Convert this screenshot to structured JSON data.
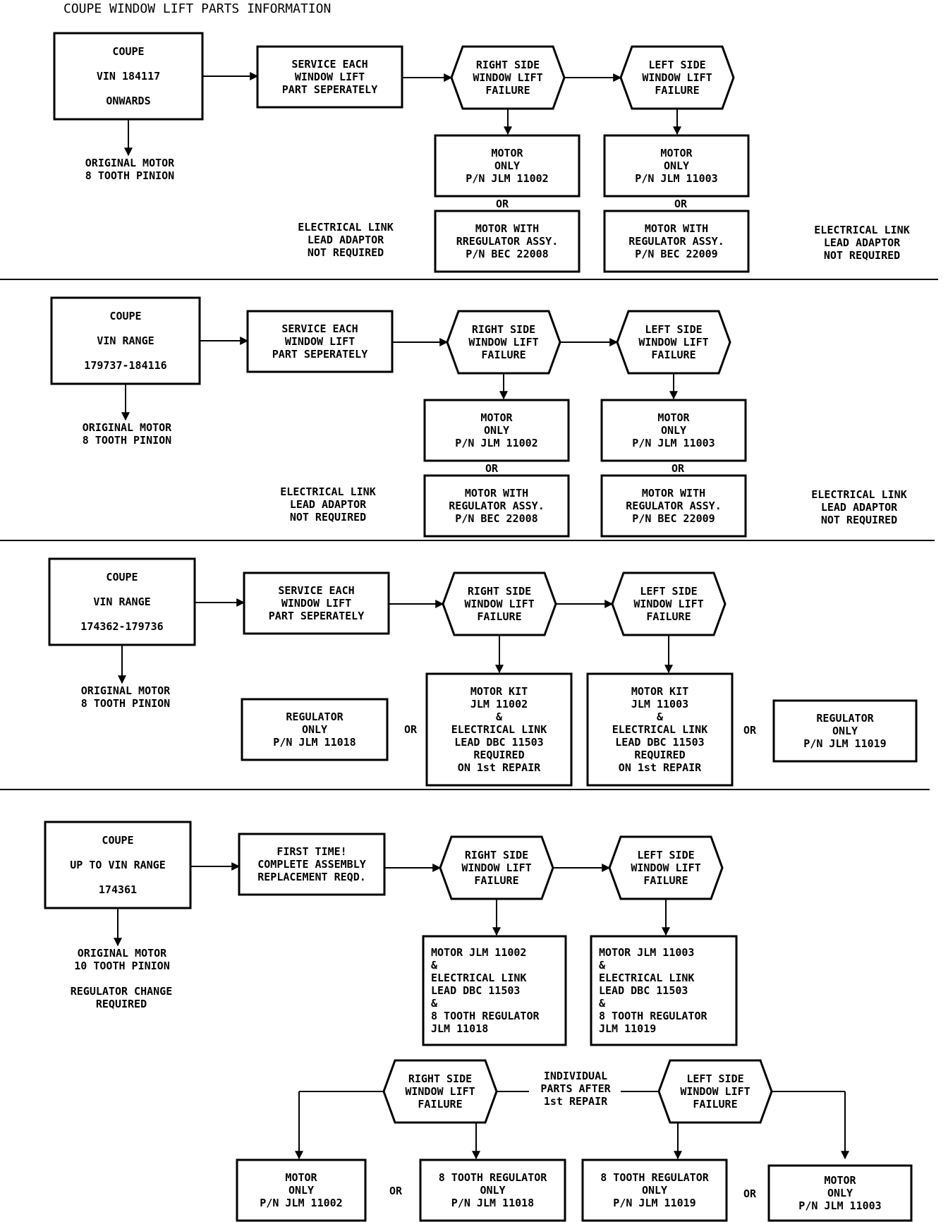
{
  "title": "COUPE WINDOW LIFT PARTS INFORMATION",
  "sections": [
    {
      "range_box": [
        "COUPE",
        "VIN 184117",
        "ONWARDS"
      ],
      "motor_note": [
        "ORIGINAL MOTOR",
        "8 TOOTH PINION"
      ],
      "service_box": [
        "SERVICE EACH",
        "WINDOW LIFT",
        "PART SEPERATELY"
      ],
      "right_hex": [
        "RIGHT SIDE",
        "WINDOW LIFT",
        "FAILURE"
      ],
      "left_hex": [
        "LEFT SIDE",
        "WINDOW LIFT",
        "FAILURE"
      ],
      "right_motor": [
        "MOTOR",
        "ONLY",
        "P/N JLM 11002"
      ],
      "or_right": "OR",
      "right_regulator": [
        "MOTOR WITH",
        "RREGULATOR ASSY.",
        "P/N BEC 22008"
      ],
      "left_motor": [
        "MOTOR",
        "ONLY",
        "P/N JLM 11003"
      ],
      "or_left": "OR",
      "left_regulator": [
        "MOTOR WITH",
        "REGULATOR ASSY.",
        "P/N BEC 22009"
      ],
      "note_left": [
        "ELECTRICAL LINK",
        "LEAD ADAPTOR",
        "NOT REQUIRED"
      ],
      "note_right": [
        "ELECTRICAL LINK",
        "LEAD ADAPTOR",
        "NOT REQUIRED"
      ]
    },
    {
      "range_box": [
        "COUPE",
        "VIN RANGE",
        "179737-184116"
      ],
      "motor_note": [
        "ORIGINAL MOTOR",
        "8 TOOTH PINION"
      ],
      "service_box": [
        "SERVICE EACH",
        "WINDOW LIFT",
        "PART SEPERATELY"
      ],
      "right_hex": [
        "RIGHT SIDE",
        "WINDOW LIFT",
        "FAILURE"
      ],
      "left_hex": [
        "LEFT  SIDE",
        "WINDOW LIFT",
        "FAILURE"
      ],
      "right_motor": [
        "MOTOR",
        "ONLY",
        "P/N JLM 11002"
      ],
      "or_right": "OR",
      "right_regulator": [
        "MOTOR WITH",
        "REGULATOR ASSY.",
        "P/N BEC 22008"
      ],
      "left_motor": [
        "MOTOR",
        "ONLY",
        "P/N JLM 11003"
      ],
      "or_left": "OR",
      "left_regulator": [
        "MOTOR WITH",
        "REGULATOR ASSY.",
        "P/N BEC 22009"
      ],
      "note_left": [
        "ELECTRICAL LINK",
        "LEAD ADAPTOR",
        "NOT REQUIRED"
      ],
      "note_right": [
        "ELECTRICAL LINK",
        "LEAD ADAPTOR",
        "NOT REQUIRED"
      ]
    },
    {
      "range_box": [
        "COUPE",
        "VIN RANGE",
        "174362-179736"
      ],
      "motor_note": [
        "ORIGINAL MOTOR",
        "8 TOOTH PINION"
      ],
      "service_box": [
        "SERVICE EACH",
        "WINDOW LIFT",
        "PART SEPERATELY"
      ],
      "right_hex": [
        "RIGHT SIDE",
        "WINDOW LIFT",
        "FAILURE"
      ],
      "left_hex": [
        "LEFT  SIDE",
        "WINDOW LIFT",
        "FAILURE"
      ],
      "right_kit": [
        "MOTOR KIT",
        "JLM 11002",
        "&",
        "ELECTRICAL LINK",
        "LEAD    DBC 11503",
        "REQUIRED",
        "ON 1st REPAIR"
      ],
      "left_kit": [
        "MOTOR KIT",
        "JLM 11003",
        "&",
        "ELECTRICAL LINK",
        "LEAD    DBC 11503",
        "REQUIRED",
        "ON 1st REPAIR"
      ],
      "right_regulator": [
        "REGULATOR",
        "ONLY",
        "P/N JLM 11018"
      ],
      "left_regulator": [
        "REGULATOR",
        "ONLY",
        "P/N JLM 11019"
      ],
      "or_right": "OR",
      "or_left": "OR"
    },
    {
      "range_box": [
        "COUPE",
        "UP TO VIN RANGE",
        "174361"
      ],
      "motor_note": [
        "ORIGINAL MOTOR",
        "10 TOOTH PINION"
      ],
      "regulator_note": [
        "REGULATOR CHANGE",
        "REQUIRED"
      ],
      "first_time_box": [
        "FIRST TIME!",
        "COMPLETE ASSEMBLY",
        "REPLACEMENT REQD."
      ],
      "right_hex": [
        "RIGHT SIDE",
        "WINDOW LIFT",
        "FAILURE"
      ],
      "left_hex": [
        "LEFT  SIDE",
        "WINDOW LIFT",
        "FAILURE"
      ],
      "right_assembly": [
        "MOTOR   JLM 11002",
        "&",
        "ELECTRICAL LINK",
        "LEAD    DBC 11503",
        "&",
        "8 TOOTH REGULATOR",
        "JLM 11018"
      ],
      "left_assembly": [
        "MOTOR   JLM 11003",
        "&",
        "ELECTRICAL LINK",
        "LEAD    DBC 11503",
        "&",
        "8 TOOTH REGULATOR",
        "JLM 11019"
      ],
      "individual_note": [
        "INDIVIDUAL",
        "PARTS AFTER",
        "1st REPAIR"
      ],
      "right_hex_2": [
        "RIGHT SIDE",
        "WINDOW LIFT",
        "FAILURE"
      ],
      "left_hex_2": [
        "LEFT  SIDE",
        "WINDOW LIFT",
        "FAILURE"
      ],
      "right_motor_only": [
        "MOTOR",
        "ONLY",
        "P/N JLM 11002"
      ],
      "right_reg_only": [
        "8 TOOTH REGULATOR",
        "ONLY",
        "P/N JLM 11018"
      ],
      "left_reg_only": [
        "8 TOOTH REGULATOR",
        "ONLY",
        "P/N JLM 11019"
      ],
      "left_motor_only": [
        "MOTOR",
        "ONLY",
        "P/N JLM 11003"
      ],
      "or_right": "OR",
      "or_left": "OR"
    }
  ]
}
